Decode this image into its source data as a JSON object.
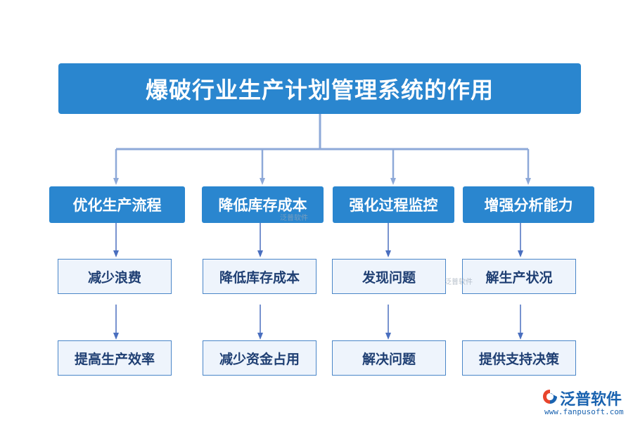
{
  "title": "爆破行业生产计划管理系统的作用",
  "columns": [
    {
      "category": "优化生产流程",
      "items": [
        "减少浪费",
        "提高生产效率"
      ]
    },
    {
      "category": "降低库存成本",
      "items": [
        "降低库存成本",
        "减少资金占用"
      ]
    },
    {
      "category": "强化过程监控",
      "items": [
        "发现问题",
        "解决问题"
      ]
    },
    {
      "category": "增强分析能力",
      "items": [
        "解生产状况",
        "提供支持决策"
      ]
    }
  ],
  "watermark": "泛普软件",
  "logo": {
    "name": "泛普软件",
    "url": "www.fanpusoft.com"
  },
  "colors": {
    "primary": "#2a86cf",
    "line": "#8ea9d8",
    "item_border": "#4a86c8",
    "item_bg": "#eef4fc",
    "item_text": "#1f3f73"
  }
}
